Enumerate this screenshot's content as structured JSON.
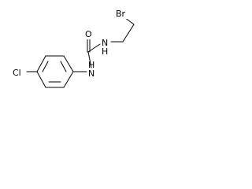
{
  "molecule": {
    "atoms": {
      "bromine": "Br",
      "chlorine": "Cl",
      "carbonyl_oxygen": "O",
      "amide_nitrogen_alkyl": "N",
      "amide_nitrogen_aryl": "N",
      "nh_hydrogen_alkyl": "H",
      "nh_hydrogen_aryl": "H"
    },
    "colors": {
      "bond": "#000000",
      "label": "#000000",
      "background": "#ffffff"
    }
  }
}
